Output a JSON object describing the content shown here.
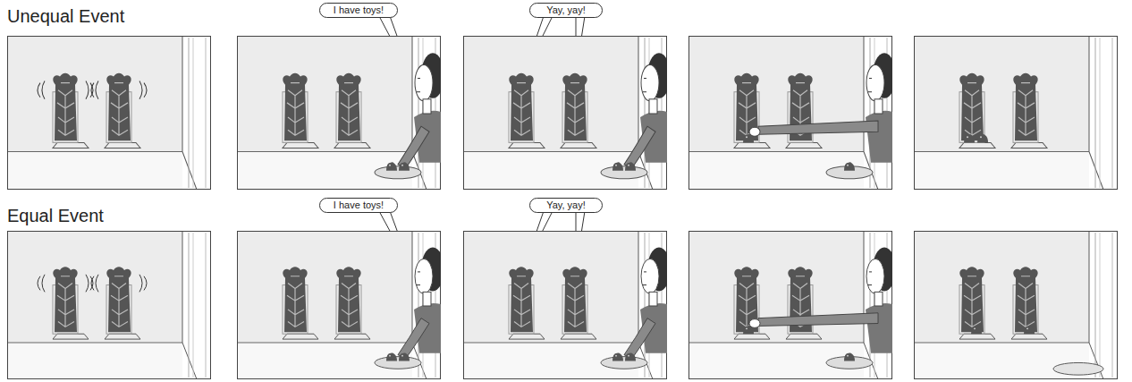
{
  "diagram": {
    "nodes": [
      {
        "text": [
          "I have toys!"
        ]
      },
      {
        "text": [
          "Yay, yay!"
        ]
      },
      {
        "text": [
          "I have toys!"
        ]
      },
      {
        "text": [
          "Yay, yay!"
        ]
      }
    ],
    "labels": [
      "Unequal Event",
      "Equal Event"
    ]
  }
}
